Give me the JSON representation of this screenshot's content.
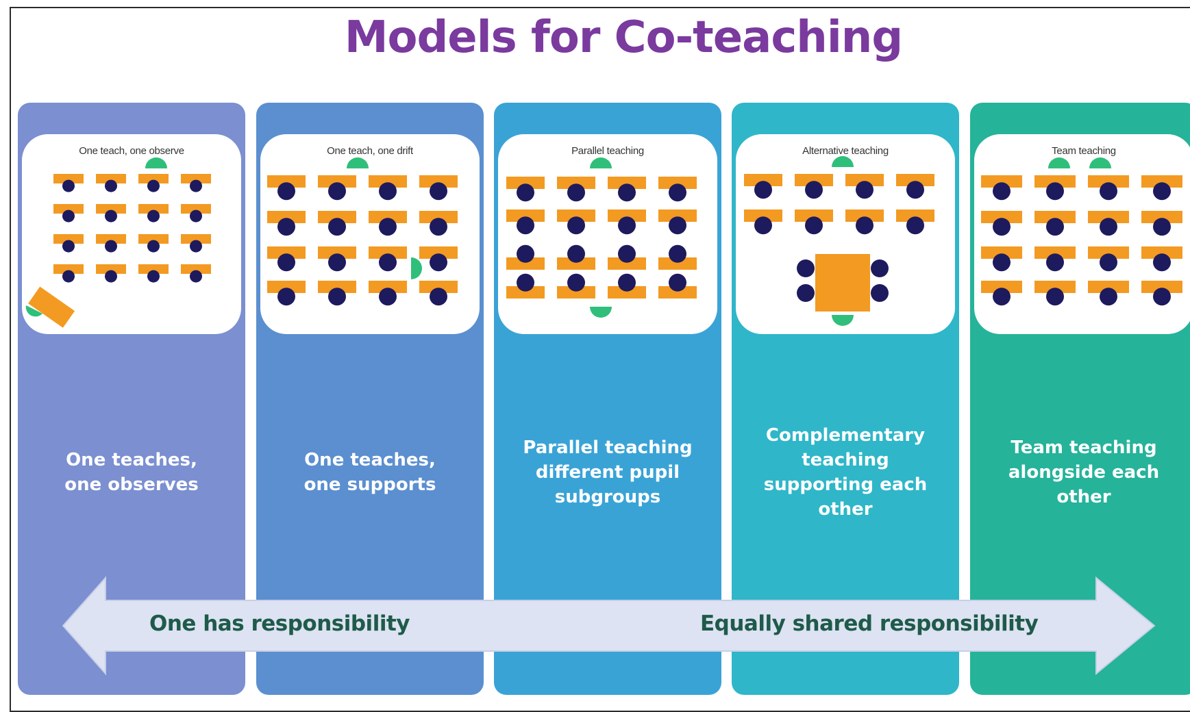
{
  "title": "Models for Co-teaching",
  "colors": {
    "title": "#7a3a9e",
    "desk": "#f39a22",
    "student": "#1e1a5e",
    "teacher": "#2fbf7a",
    "arrow": "#dde3f2",
    "arrow_text": "#1f5a4a"
  },
  "columns": [
    {
      "label": "One teach, one observe",
      "caption": "One teaches,\none observes",
      "color": "#7b8fd1"
    },
    {
      "label": "One teach, one drift",
      "caption": "One teaches,\none supports",
      "color": "#5b8fd0"
    },
    {
      "label": "Parallel teaching",
      "caption": "Parallel teaching\ndifferent pupil\nsubgroups",
      "color": "#3aa3d6"
    },
    {
      "label": "Alternative teaching",
      "caption": "Complementary\nteaching\nsupporting  each\nother",
      "color": "#2fb6c9"
    },
    {
      "label": "Team teaching",
      "caption": "Team teaching\nalongside  each\nother",
      "color": "#25b39a"
    }
  ],
  "arrow": {
    "left_label": "One has responsibility",
    "right_label": "Equally shared responsibility"
  }
}
